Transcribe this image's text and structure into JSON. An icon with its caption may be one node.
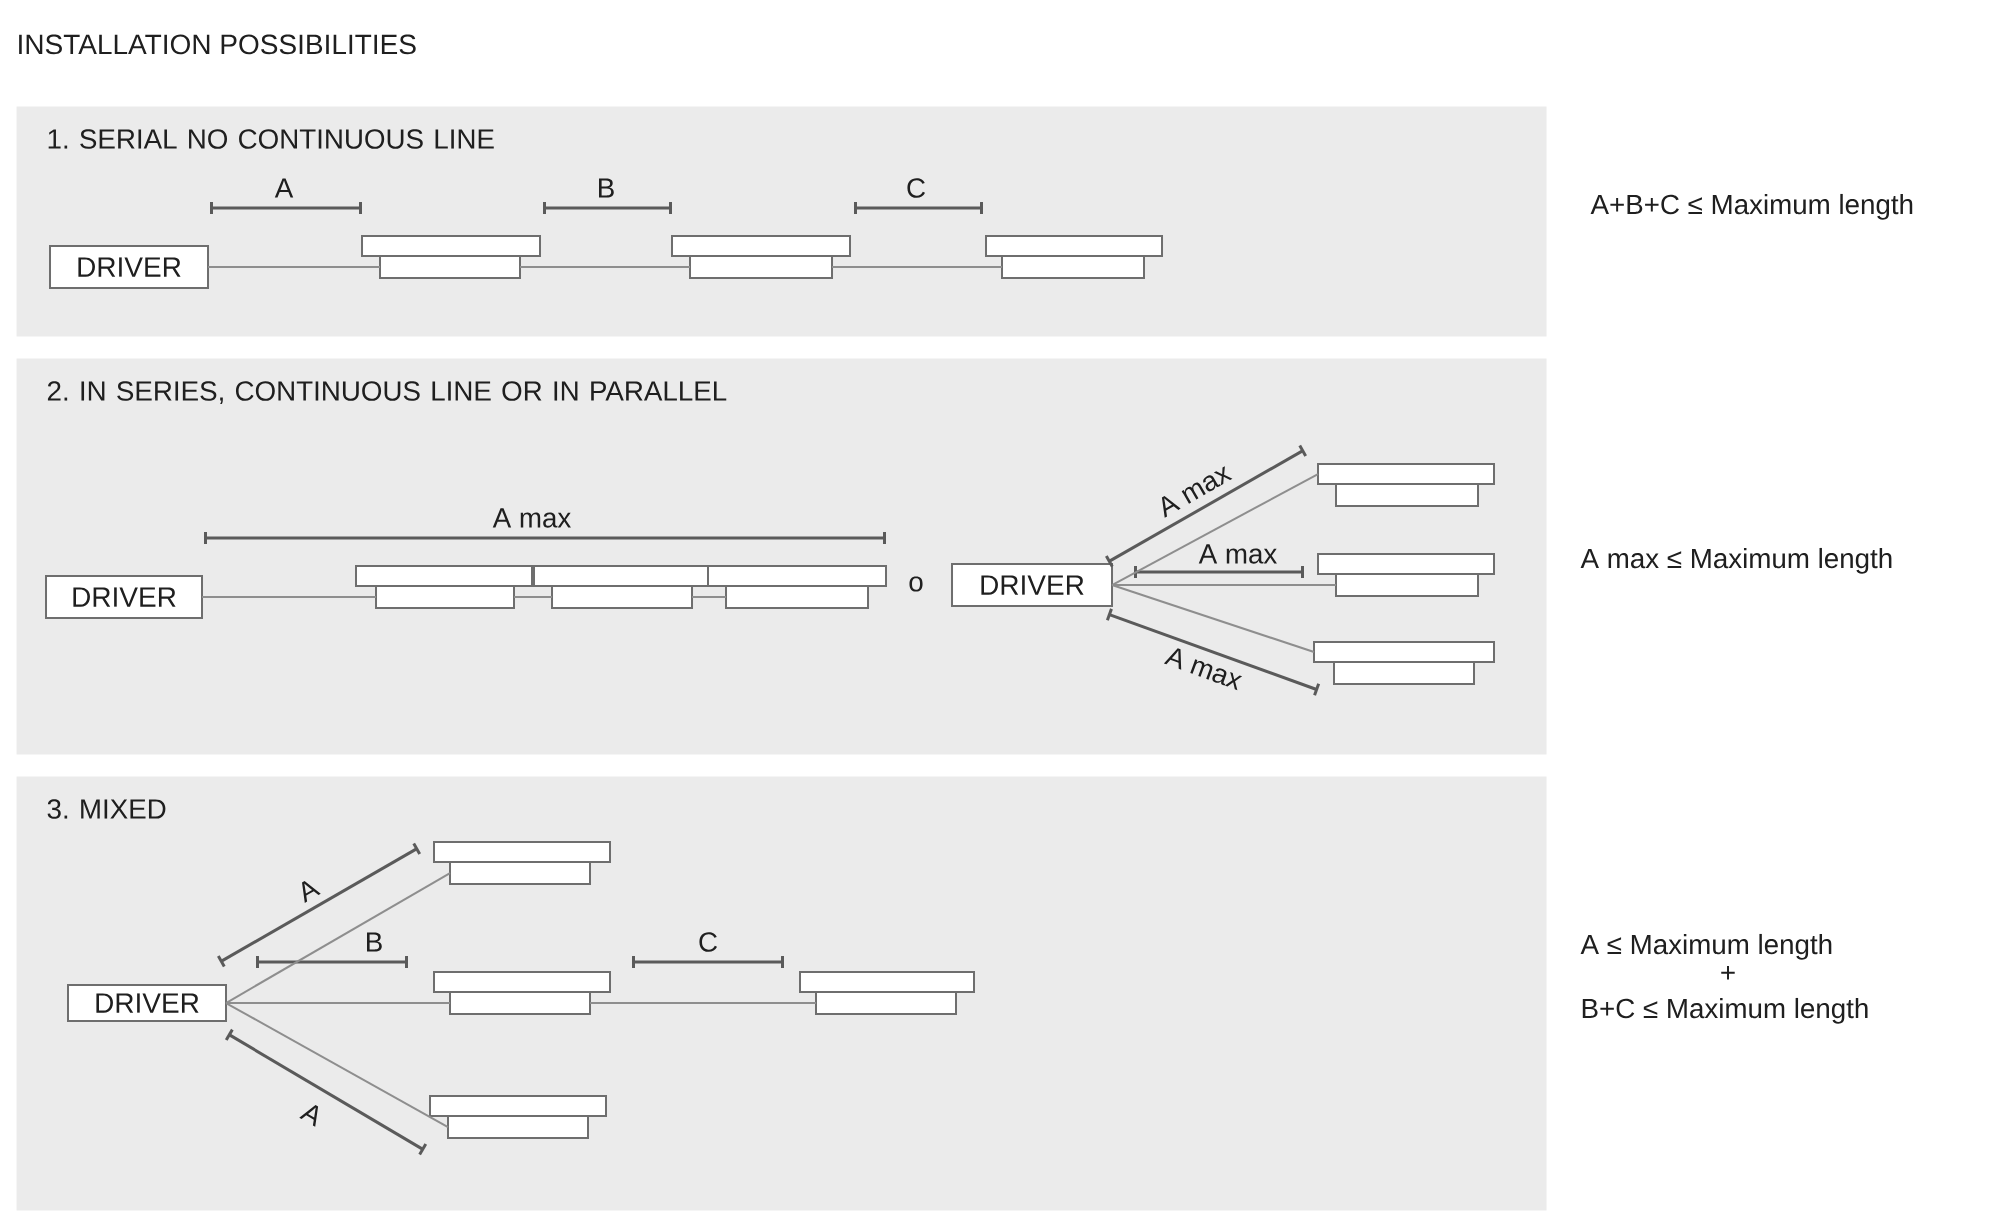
{
  "diagram": {
    "title": "INSTALLATION POSSIBILITIES",
    "nodes": [
      {
        "text": [
          "1. SERIAL NO CONTINUOUS LINE"
        ]
      },
      {
        "text": [
          "DRIVER"
        ],
        "in": 0
      },
      {
        "text": [],
        "shape": "bar",
        "in": 0
      },
      {
        "text": [],
        "shape": "bar",
        "in": 0
      },
      {
        "text": [],
        "shape": "bar",
        "in": 0
      },
      {
        "text": [
          "2. IN SERIES, CONTINUOUS LINE OR IN PARALLEL"
        ]
      },
      {
        "text": [
          "DRIVER"
        ],
        "in": 5
      },
      {
        "text": [],
        "shape": "bar",
        "in": 5
      },
      {
        "text": [],
        "shape": "bar",
        "in": 5
      },
      {
        "text": [],
        "shape": "bar",
        "in": 5
      },
      {
        "text": [
          "DRIVER"
        ],
        "in": 5
      },
      {
        "text": [],
        "shape": "bar",
        "in": 5
      },
      {
        "text": [],
        "shape": "bar",
        "in": 5
      },
      {
        "text": [],
        "shape": "bar",
        "in": 5
      },
      {
        "text": [
          "3. MIXED"
        ]
      },
      {
        "text": [
          "DRIVER"
        ],
        "in": 14
      },
      {
        "text": [],
        "shape": "bar",
        "in": 14
      },
      {
        "text": [],
        "shape": "bar",
        "in": 14
      },
      {
        "text": [],
        "shape": "bar",
        "in": 14
      },
      {
        "text": [],
        "shape": "bar",
        "in": 14
      }
    ],
    "edges": [
      {
        "from": 1,
        "to": 2,
        "arrow": "none"
      },
      {
        "from": 2,
        "to": 3,
        "arrow": "none"
      },
      {
        "from": 3,
        "to": 4,
        "arrow": "none"
      },
      {
        "from": 6,
        "to": 7,
        "arrow": "none"
      },
      {
        "from": 7,
        "to": 8,
        "arrow": "none"
      },
      {
        "from": 8,
        "to": 9,
        "arrow": "none"
      },
      {
        "from": 10,
        "to": 11,
        "arrow": "none"
      },
      {
        "from": 10,
        "to": 12,
        "arrow": "none"
      },
      {
        "from": 10,
        "to": 13,
        "arrow": "none"
      },
      {
        "from": 15,
        "to": 16,
        "arrow": "none"
      },
      {
        "from": 15,
        "to": 17,
        "arrow": "none"
      },
      {
        "from": 17,
        "to": 18,
        "arrow": "none"
      },
      {
        "from": 15,
        "to": 19,
        "arrow": "none"
      }
    ],
    "labels": [
      "A",
      "B",
      "C",
      "A+B+C ≤ Maximum length",
      "A max",
      "o",
      "A max",
      "A max",
      "A max ≤ Maximum length",
      "A max",
      "A",
      "B",
      "C",
      "A ≤ Maximum length",
      "+",
      "B+C ≤ Maximum length",
      "A"
    ]
  }
}
